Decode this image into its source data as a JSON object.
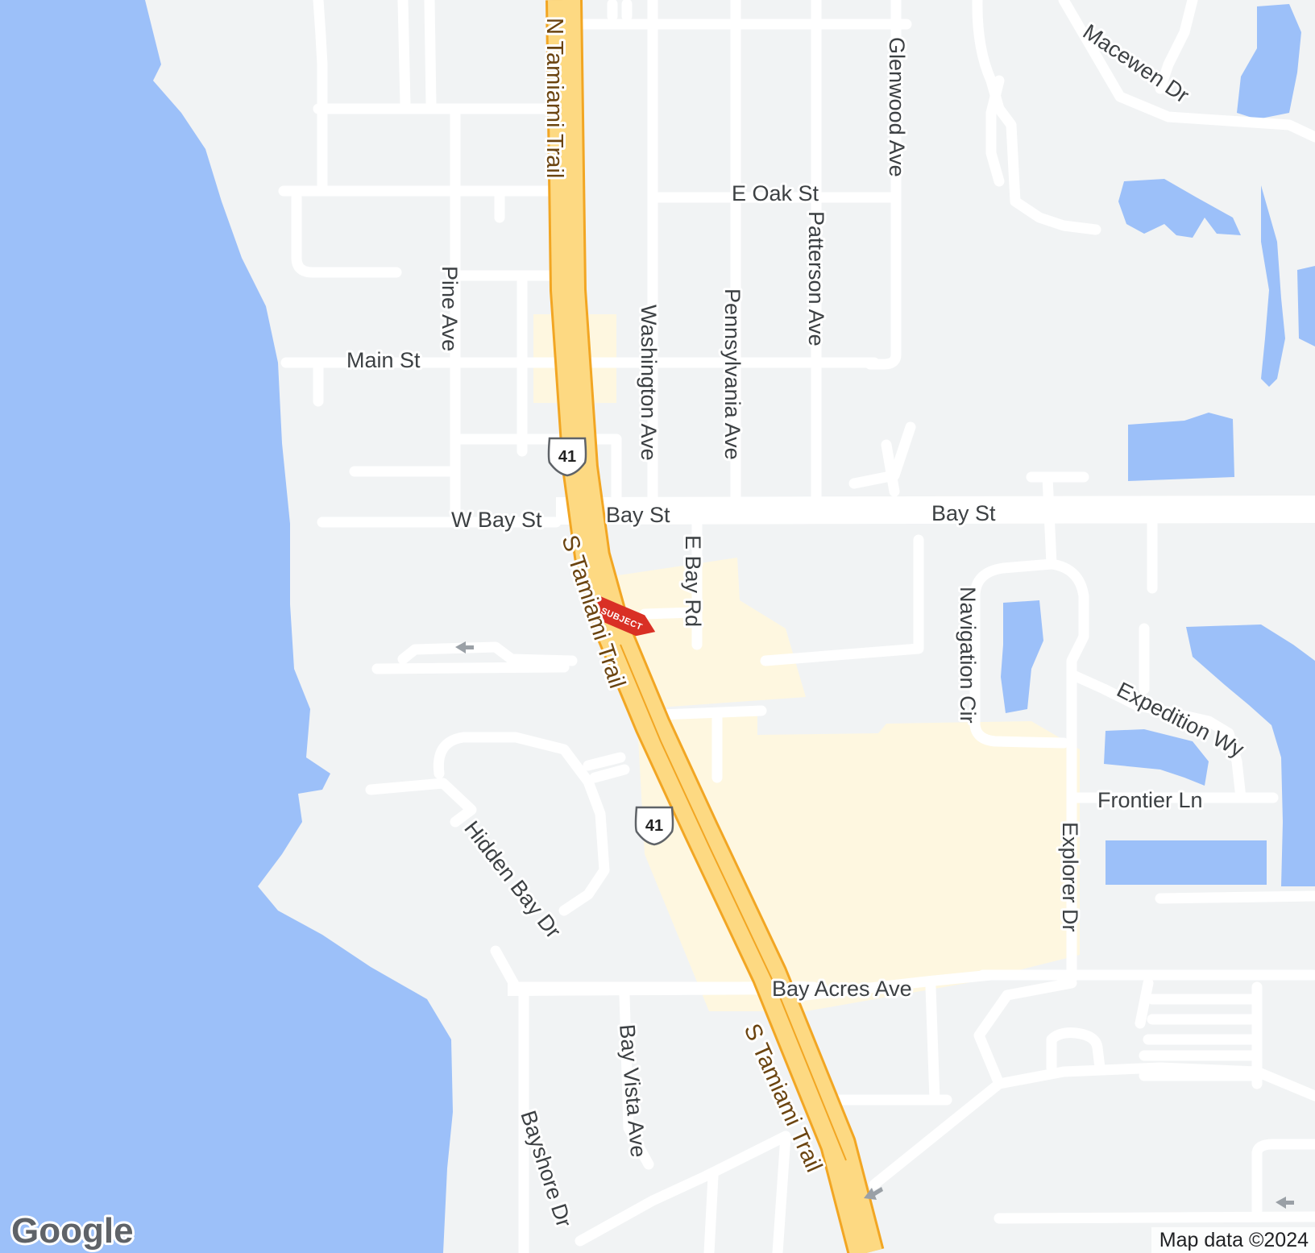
{
  "colors": {
    "land": "#f1f3f4",
    "water": "#9cc0f9",
    "road": "#ffffff",
    "highway_fill": "#fdd982",
    "highway_edge": "#f2a623",
    "development": "#fef7e0",
    "subject": "#d93025"
  },
  "highway": {
    "shield_number": "41",
    "labels": {
      "north": "N Tamiami Trail",
      "south_1": "S Tamiami Trail",
      "south_2": "S Tamiami Trail"
    }
  },
  "streets": {
    "e_oak_st": "E Oak St",
    "main_st": "Main St",
    "w_bay_st": "W Bay St",
    "bay_st_1": "Bay St",
    "bay_st_2": "Bay St",
    "pine_ave": "Pine Ave",
    "washington_ave": "Washington Ave",
    "pennsylvania_ave": "Pennsylvania Ave",
    "patterson_ave": "Patterson Ave",
    "glenwood_ave": "Glenwood Ave",
    "macewen_dr": "Macewen Dr",
    "e_bay_rd": "E Bay Rd",
    "navigation_cir": "Navigation Cir",
    "expedition_wy": "Expedition Wy",
    "frontier_ln": "Frontier Ln",
    "explorer_dr": "Explorer Dr",
    "hidden_bay_dr": "Hidden Bay Dr",
    "bay_acres_ave": "Bay Acres Ave",
    "bay_vista_ave": "Bay Vista Ave",
    "bayshore_dr": "Bayshore Dr"
  },
  "marker": {
    "label": "SUBJECT",
    "icon": "subject-marker-icon"
  },
  "logo": "Google",
  "attribution": "Map data ©2024"
}
